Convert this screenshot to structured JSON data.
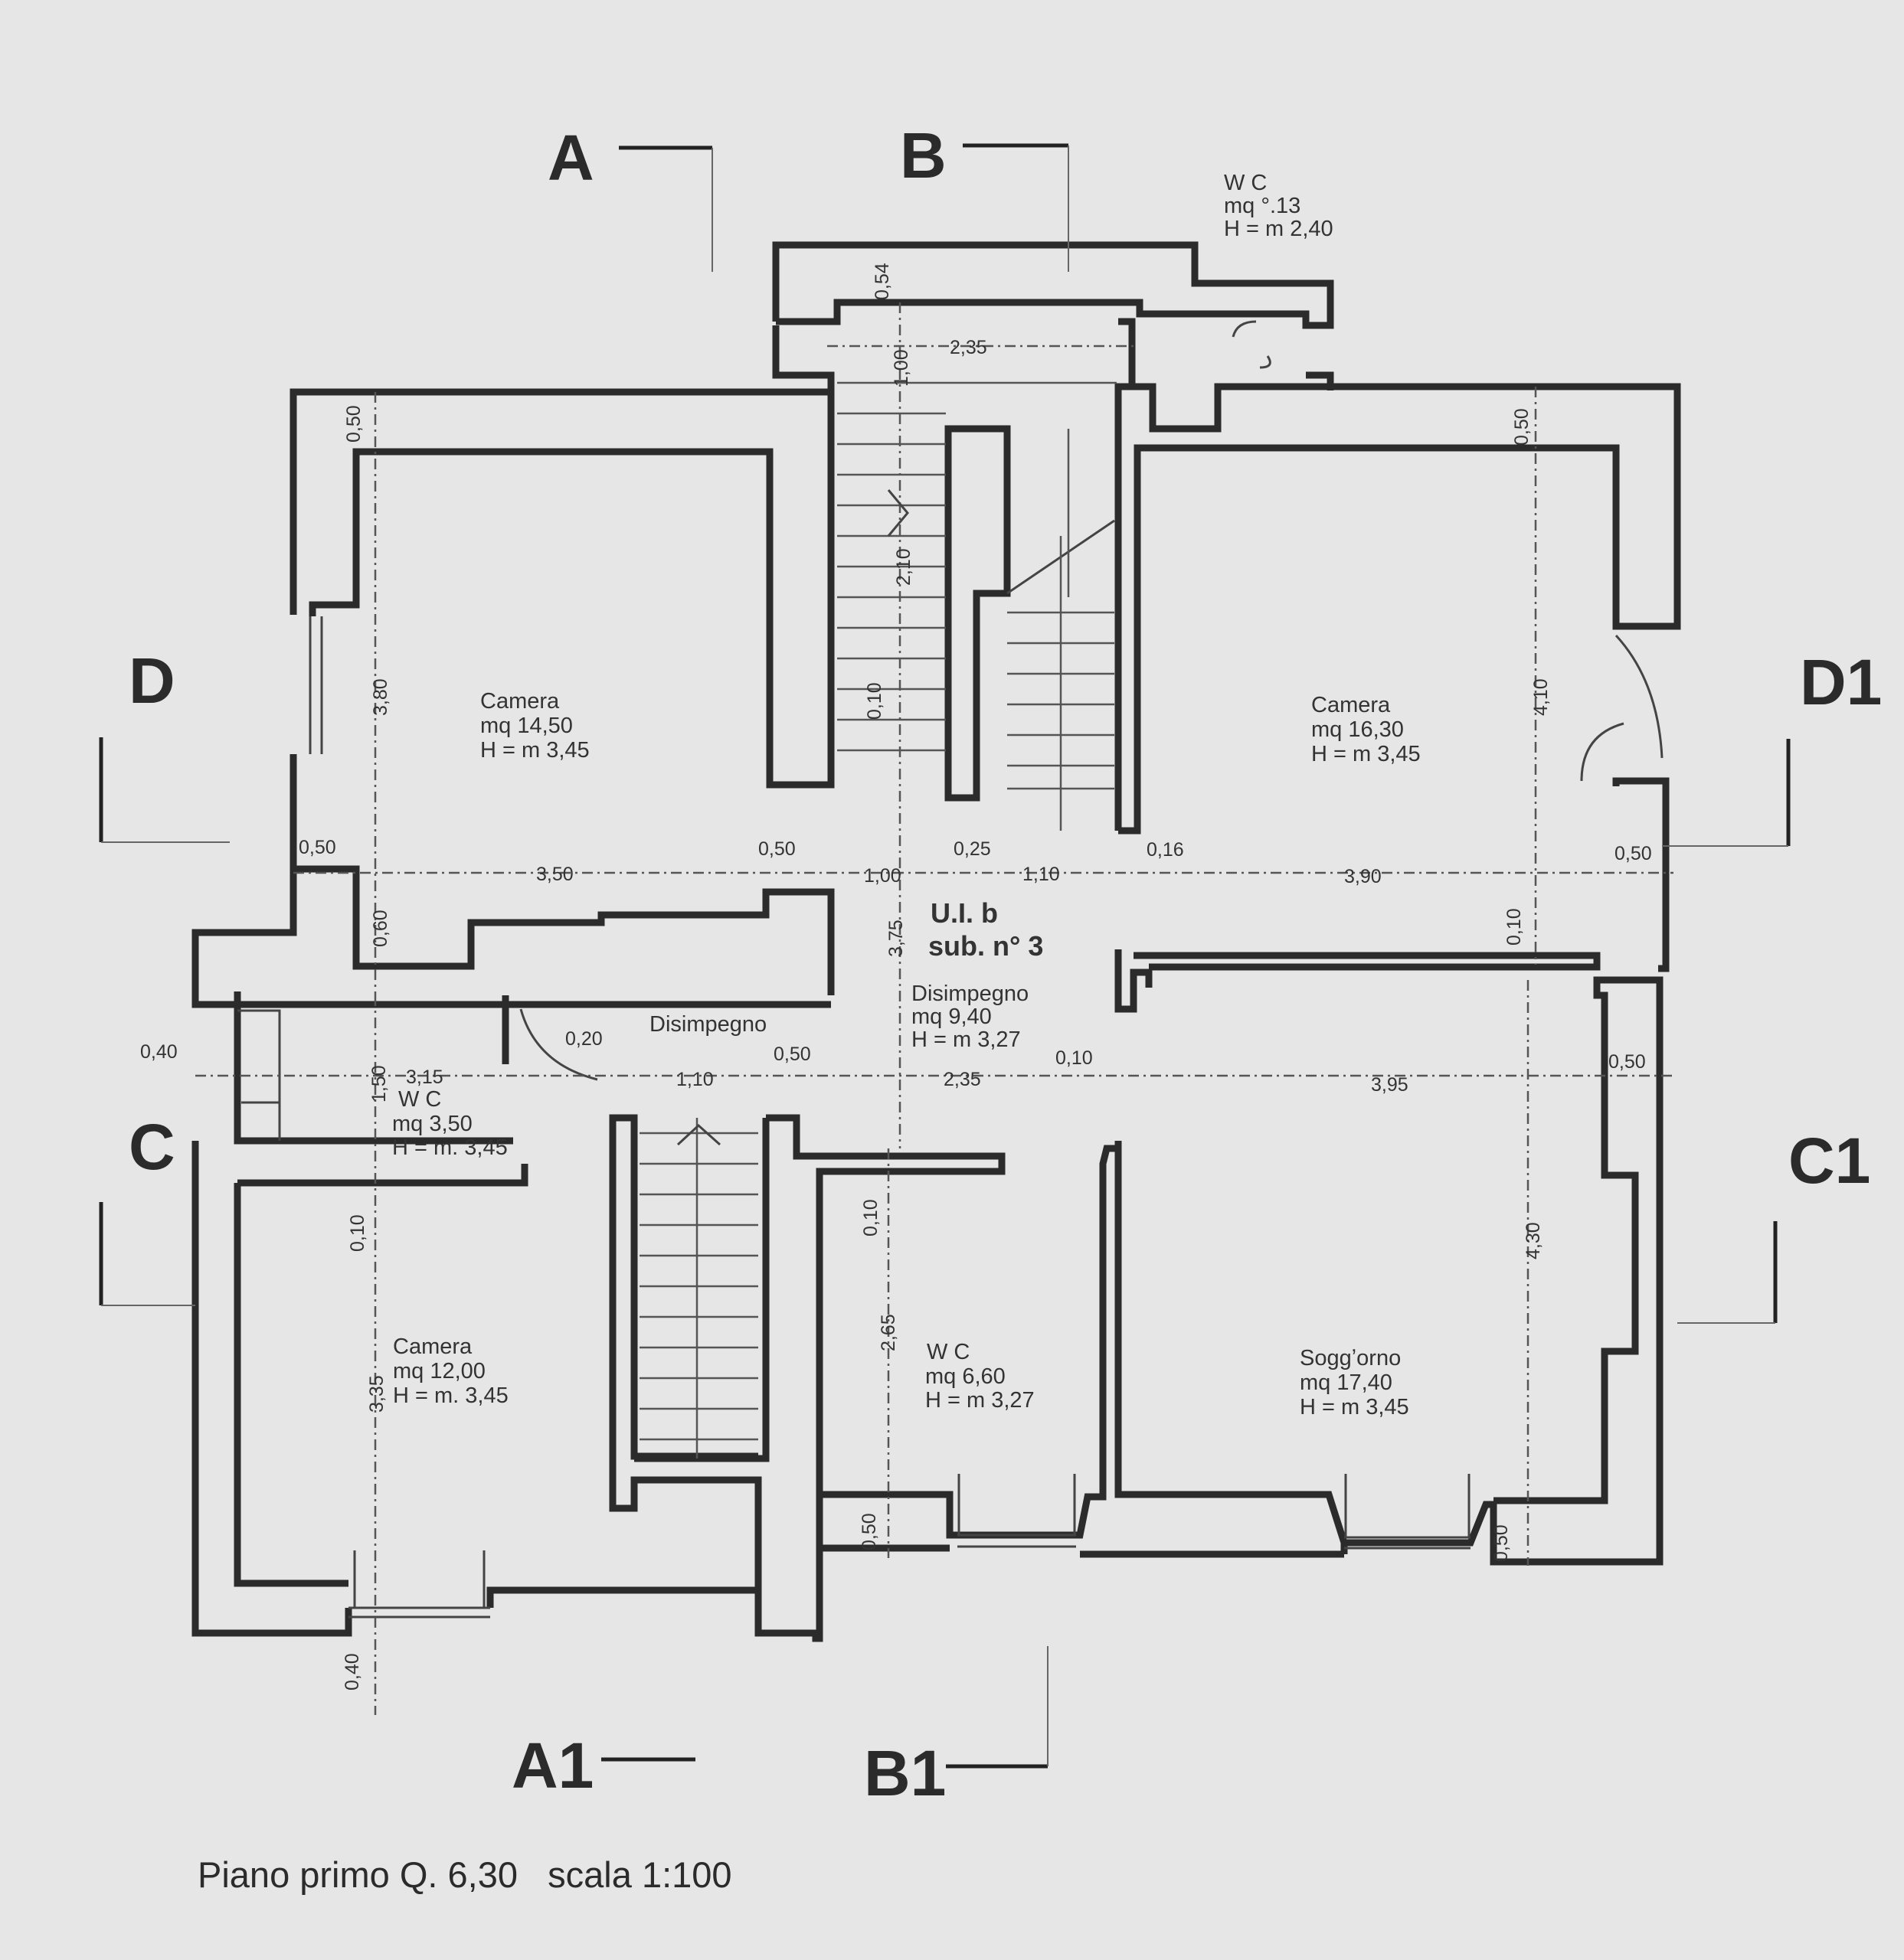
{
  "section_labels": {
    "a": "A",
    "a1": "A1",
    "b": "B",
    "b1": "B1",
    "c": "C",
    "c1": "C1",
    "d": "D",
    "d1": "D1"
  },
  "rooms": {
    "wc_top": {
      "name": "W C",
      "area": "mq  °.13",
      "height": "H = m  2,40"
    },
    "camera_nw": {
      "name": "Camera",
      "area": "mq  14,50",
      "height": "H = m  3,45"
    },
    "camera_ne": {
      "name": "Camera",
      "area": "mq  16,30",
      "height": "H = m  3,45"
    },
    "ui": {
      "line1": "U.I. b",
      "line2": "sub. n° 3"
    },
    "disimpegno_center": {
      "name": "Disimpegno",
      "area": "mq  9,40",
      "height": "H = m  3,27"
    },
    "disimpegno_west": {
      "name": "Disimpegno"
    },
    "wc_west": {
      "name": "W C",
      "area": "mq  3,50",
      "height": "H = m. 3,45"
    },
    "camera_sw": {
      "name": "Camera",
      "area": "mq  12,00",
      "height": "H = m. 3,45"
    },
    "wc_south": {
      "name": "W C",
      "area": "mq  6,60",
      "height": "H = m  3,27"
    },
    "soggiorno": {
      "name": "Soggʼorno",
      "area": "mq  17,40",
      "height": "H = m  3,45"
    }
  },
  "dimensions": {
    "d_054": "0,54",
    "d_235_top": "2,35",
    "d_100_top": "1,00",
    "d_210": "2,10",
    "d_010_stair": "0,10",
    "d_050_nw": "0,50",
    "d_380": "3,80",
    "d_050_nw_side": "0,50",
    "d_350": "3,50",
    "d_050_mid": "0,50",
    "d_100_mid": "1,00",
    "d_025": "0,25",
    "d_110_mid": "1,10",
    "d_016": "0,16",
    "d_390": "3,90",
    "d_050_e": "0,50",
    "d_050_ne": "0,50",
    "d_410": "4,10",
    "d_010_e": "0,10",
    "d_375": "3,75",
    "d_060": "0,60",
    "d_040_w": "0,40",
    "d_150": "1,50",
    "d_315": "3,15",
    "d_020": "0,20",
    "d_110_low": "1,10",
    "d_050_low": "0,50",
    "d_235_low": "2,35",
    "d_010_low": "0,10",
    "d_395": "3,95",
    "d_050_e_low": "0,50",
    "d_010_sw": "0,10",
    "d_335": "3,35",
    "d_010_wc": "0,10",
    "d_265": "2,65",
    "d_430": "4,30",
    "d_050_wc": "0,50",
    "d_050_se": "0,50",
    "d_040_s": "0,40"
  },
  "caption": "Piano primo Q. 6,30   scala 1:100"
}
